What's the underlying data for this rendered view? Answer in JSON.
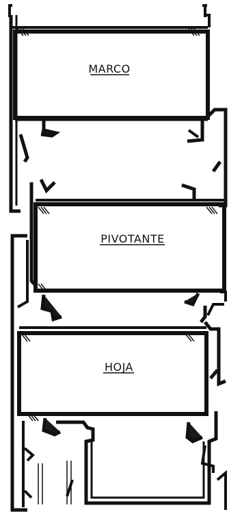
{
  "profile_labels": {
    "frame": "MARCO",
    "pivot": "PIVOTANTE",
    "sash": "HOJA"
  },
  "colors": {
    "stroke": "#111111",
    "fill": "#1a1a1a",
    "background": "#ffffff"
  }
}
